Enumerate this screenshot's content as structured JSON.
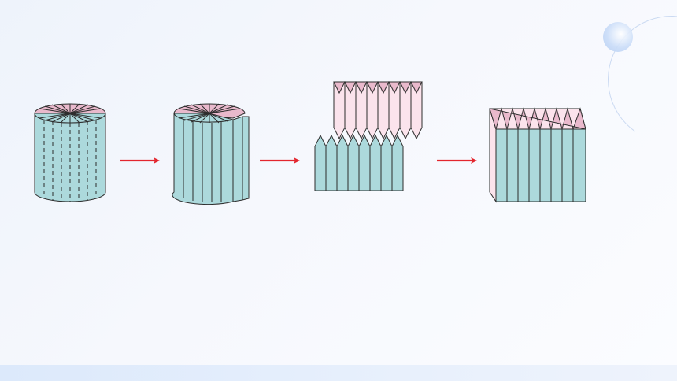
{
  "diagram": {
    "steps": [
      {
        "id": "cylinder-with-sectors",
        "icon": "cylinder-icon"
      },
      {
        "id": "cylinder-cut-open",
        "icon": "cut-cylinder-icon"
      },
      {
        "id": "two-halves-separated",
        "icon": "halves-icon"
      },
      {
        "id": "approximate-cuboid",
        "icon": "cuboid-icon"
      }
    ],
    "arrows": 3,
    "colors": {
      "side": "#acd9dc",
      "top": "#e9b9cc",
      "top_light": "#fbe3ec",
      "outline": "#2d2d2d",
      "arrow": "#e3262e"
    }
  }
}
